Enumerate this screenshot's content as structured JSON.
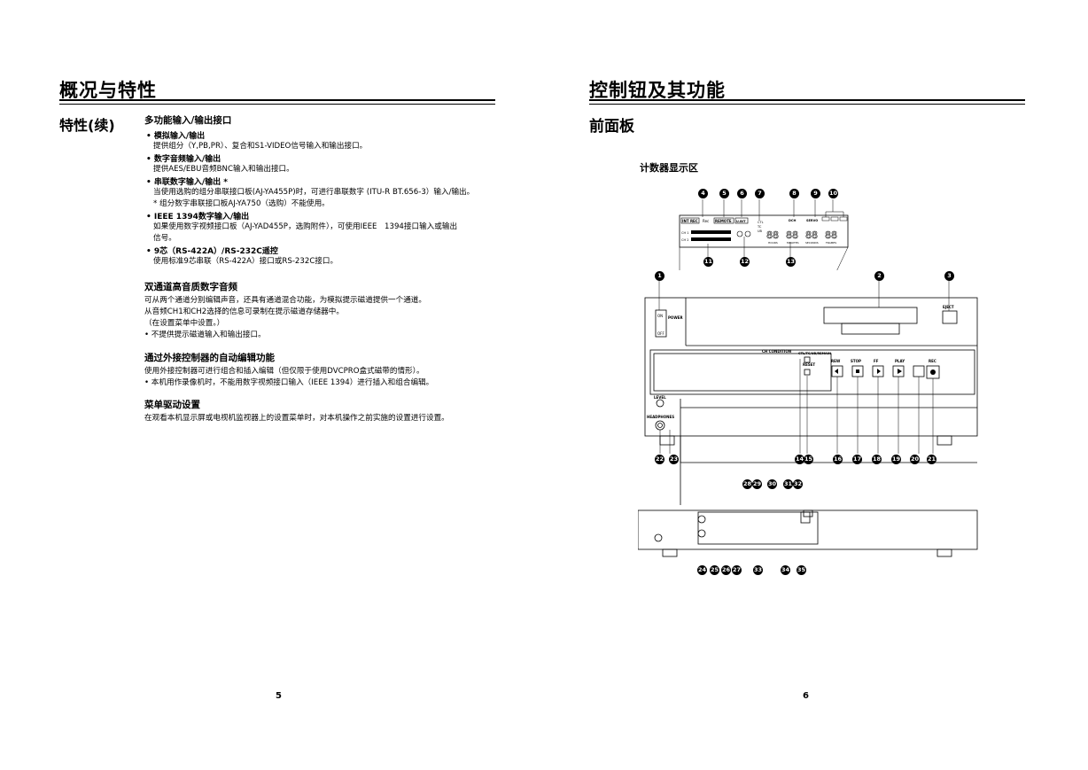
{
  "left": {
    "title": "概况与特性",
    "side_heading": "特性(续)",
    "sections": [
      {
        "title": "多功能输入/输出接口",
        "items": [
          {
            "title": "• 模拟输入/输出",
            "lines": [
              "提供组分（Y,PB,PR）、复合和S1-VIDEO信号输入和输出接口。"
            ]
          },
          {
            "title": "• 数字音频输入/输出",
            "lines": [
              "提供AES/EBU音频BNC输入和输出接口。"
            ]
          },
          {
            "title": "• 串联数字输入/输出 *",
            "lines": [
              "当使用选购的组分串联接口板(AJ-YA455P)时，可进行串联数字 (ITU-R BT.656-3）输入/输出。",
              "* 组分数字串联接口板AJ-YA750（选购）不能使用。"
            ]
          },
          {
            "title": "• IEEE 1394数字输入/输出",
            "lines": [
              "如果使用数字视频接口板（AJ-YAD455P，选购附件），可使用IEEE　1394接口输入或输出",
              "信号。"
            ]
          },
          {
            "title": "• 9芯（RS-422A）/RS-232C遥控",
            "lines": [
              "使用标准9芯串联（RS-422A）接口或RS-232C接口。"
            ]
          }
        ]
      },
      {
        "title": "双通道高音质数字音频",
        "lines": [
          "可从两个通道分别编辑声音，还具有通道混合功能，为模拟提示磁道提供一个通道。",
          "从音频CH1和CH2选择的信息可录制在提示磁道存储器中。",
          "（在设置菜单中设置。）",
          "• 不提供提示磁道输入和输出接口。"
        ]
      },
      {
        "title": "通过外接控制器的自动编辑功能",
        "lines": [
          "使用外接控制器可进行组合和插入编辑（但仅限于使用DVCPRO盒式磁带的情形）。",
          "• 本机用作录像机时，不能用数字视频接口输入（IEEE 1394）进行插入和组合编辑。"
        ]
      },
      {
        "title": "菜单驱动设置",
        "lines": [
          "在观看本机显示屏或电视机监视器上的设置菜单时，对本机操作之前实施的设置进行设置。"
        ]
      }
    ],
    "page_number": "5"
  },
  "right": {
    "title": "控制钮及其功能",
    "subheading": "前面板",
    "display_area_label": "计数器显示区",
    "page_number": "6",
    "display": {
      "labels": {
        "int_rec": "INT REC",
        "rec": "Rec",
        "remote": "REMOTE",
        "ucl": "U.BIT",
        "ctl": "CTL",
        "tc": "TC",
        "ub": "UB",
        "dch": "DCH",
        "servo": "SERVO",
        "hours": "HOURS",
        "minutes": "MINUTES",
        "seconds": "SECONDS",
        "frames": "FRAMES",
        "ch1": "CH 1",
        "ch2": "CH 2"
      },
      "digits": [
        "88",
        "88",
        "88",
        "88"
      ]
    },
    "panel": {
      "on": "ON",
      "off": "OFF",
      "power": "POWER",
      "eject": "EJECT",
      "ch_condition": "CH CONDITION",
      "cti_tc_remain": "CTL/TC/UB/REMAIN",
      "reset": "RESET",
      "transport": [
        "REW",
        "STOP",
        "FF",
        "PLAY",
        "REC"
      ],
      "level": "LEVEL",
      "headphones": "HEADPHONES"
    },
    "callouts_display": [
      "4",
      "5",
      "6",
      "7",
      "8",
      "9",
      "10",
      "11",
      "12",
      "13"
    ],
    "callouts_panel": [
      "1",
      "2",
      "3",
      "14",
      "15",
      "16",
      "17",
      "18",
      "19",
      "20",
      "21",
      "22",
      "23"
    ],
    "callouts_sub": [
      "28",
      "29",
      "30",
      "31",
      "32",
      "24",
      "25",
      "26",
      "27",
      "33",
      "34",
      "35"
    ]
  }
}
